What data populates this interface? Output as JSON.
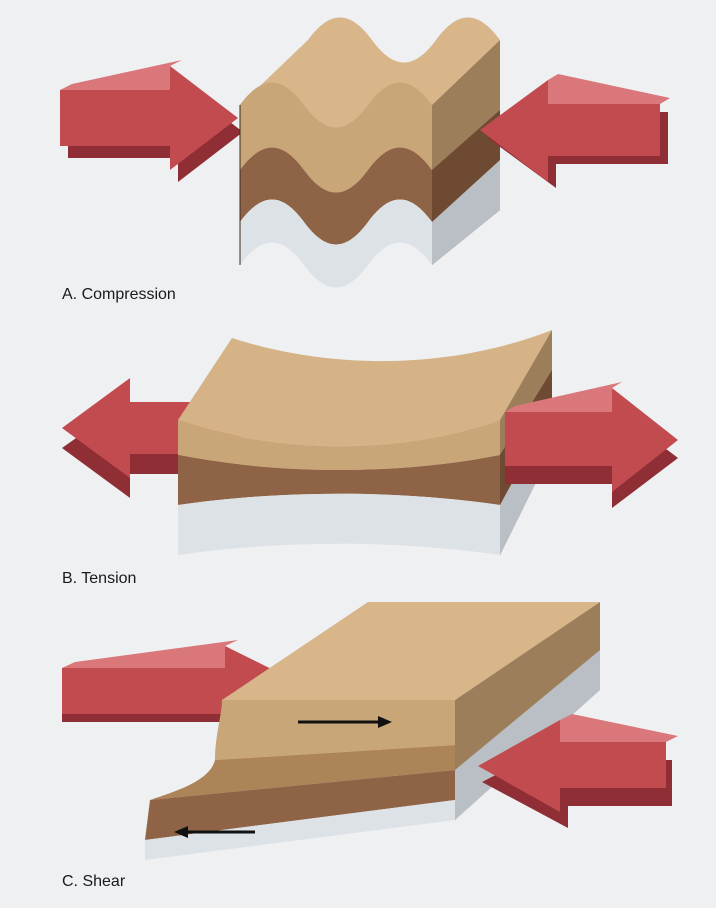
{
  "panels": [
    {
      "label": "A. Compression"
    },
    {
      "label": "B. Tension"
    },
    {
      "label": "C. Shear"
    }
  ],
  "colors": {
    "background": "#eef0f2",
    "arrow_face": "#c24b50",
    "arrow_side": "#8f2e34",
    "arrow_top": "#d9777a",
    "layer_top": "#d8b68a",
    "layer_upper": "#c7a475",
    "layer_middle": "#8f6446",
    "layer_bottom": "#dde2e6",
    "block_side": "#9c7f5a"
  },
  "icons": [
    "right-arrow-icon",
    "left-arrow-icon"
  ]
}
